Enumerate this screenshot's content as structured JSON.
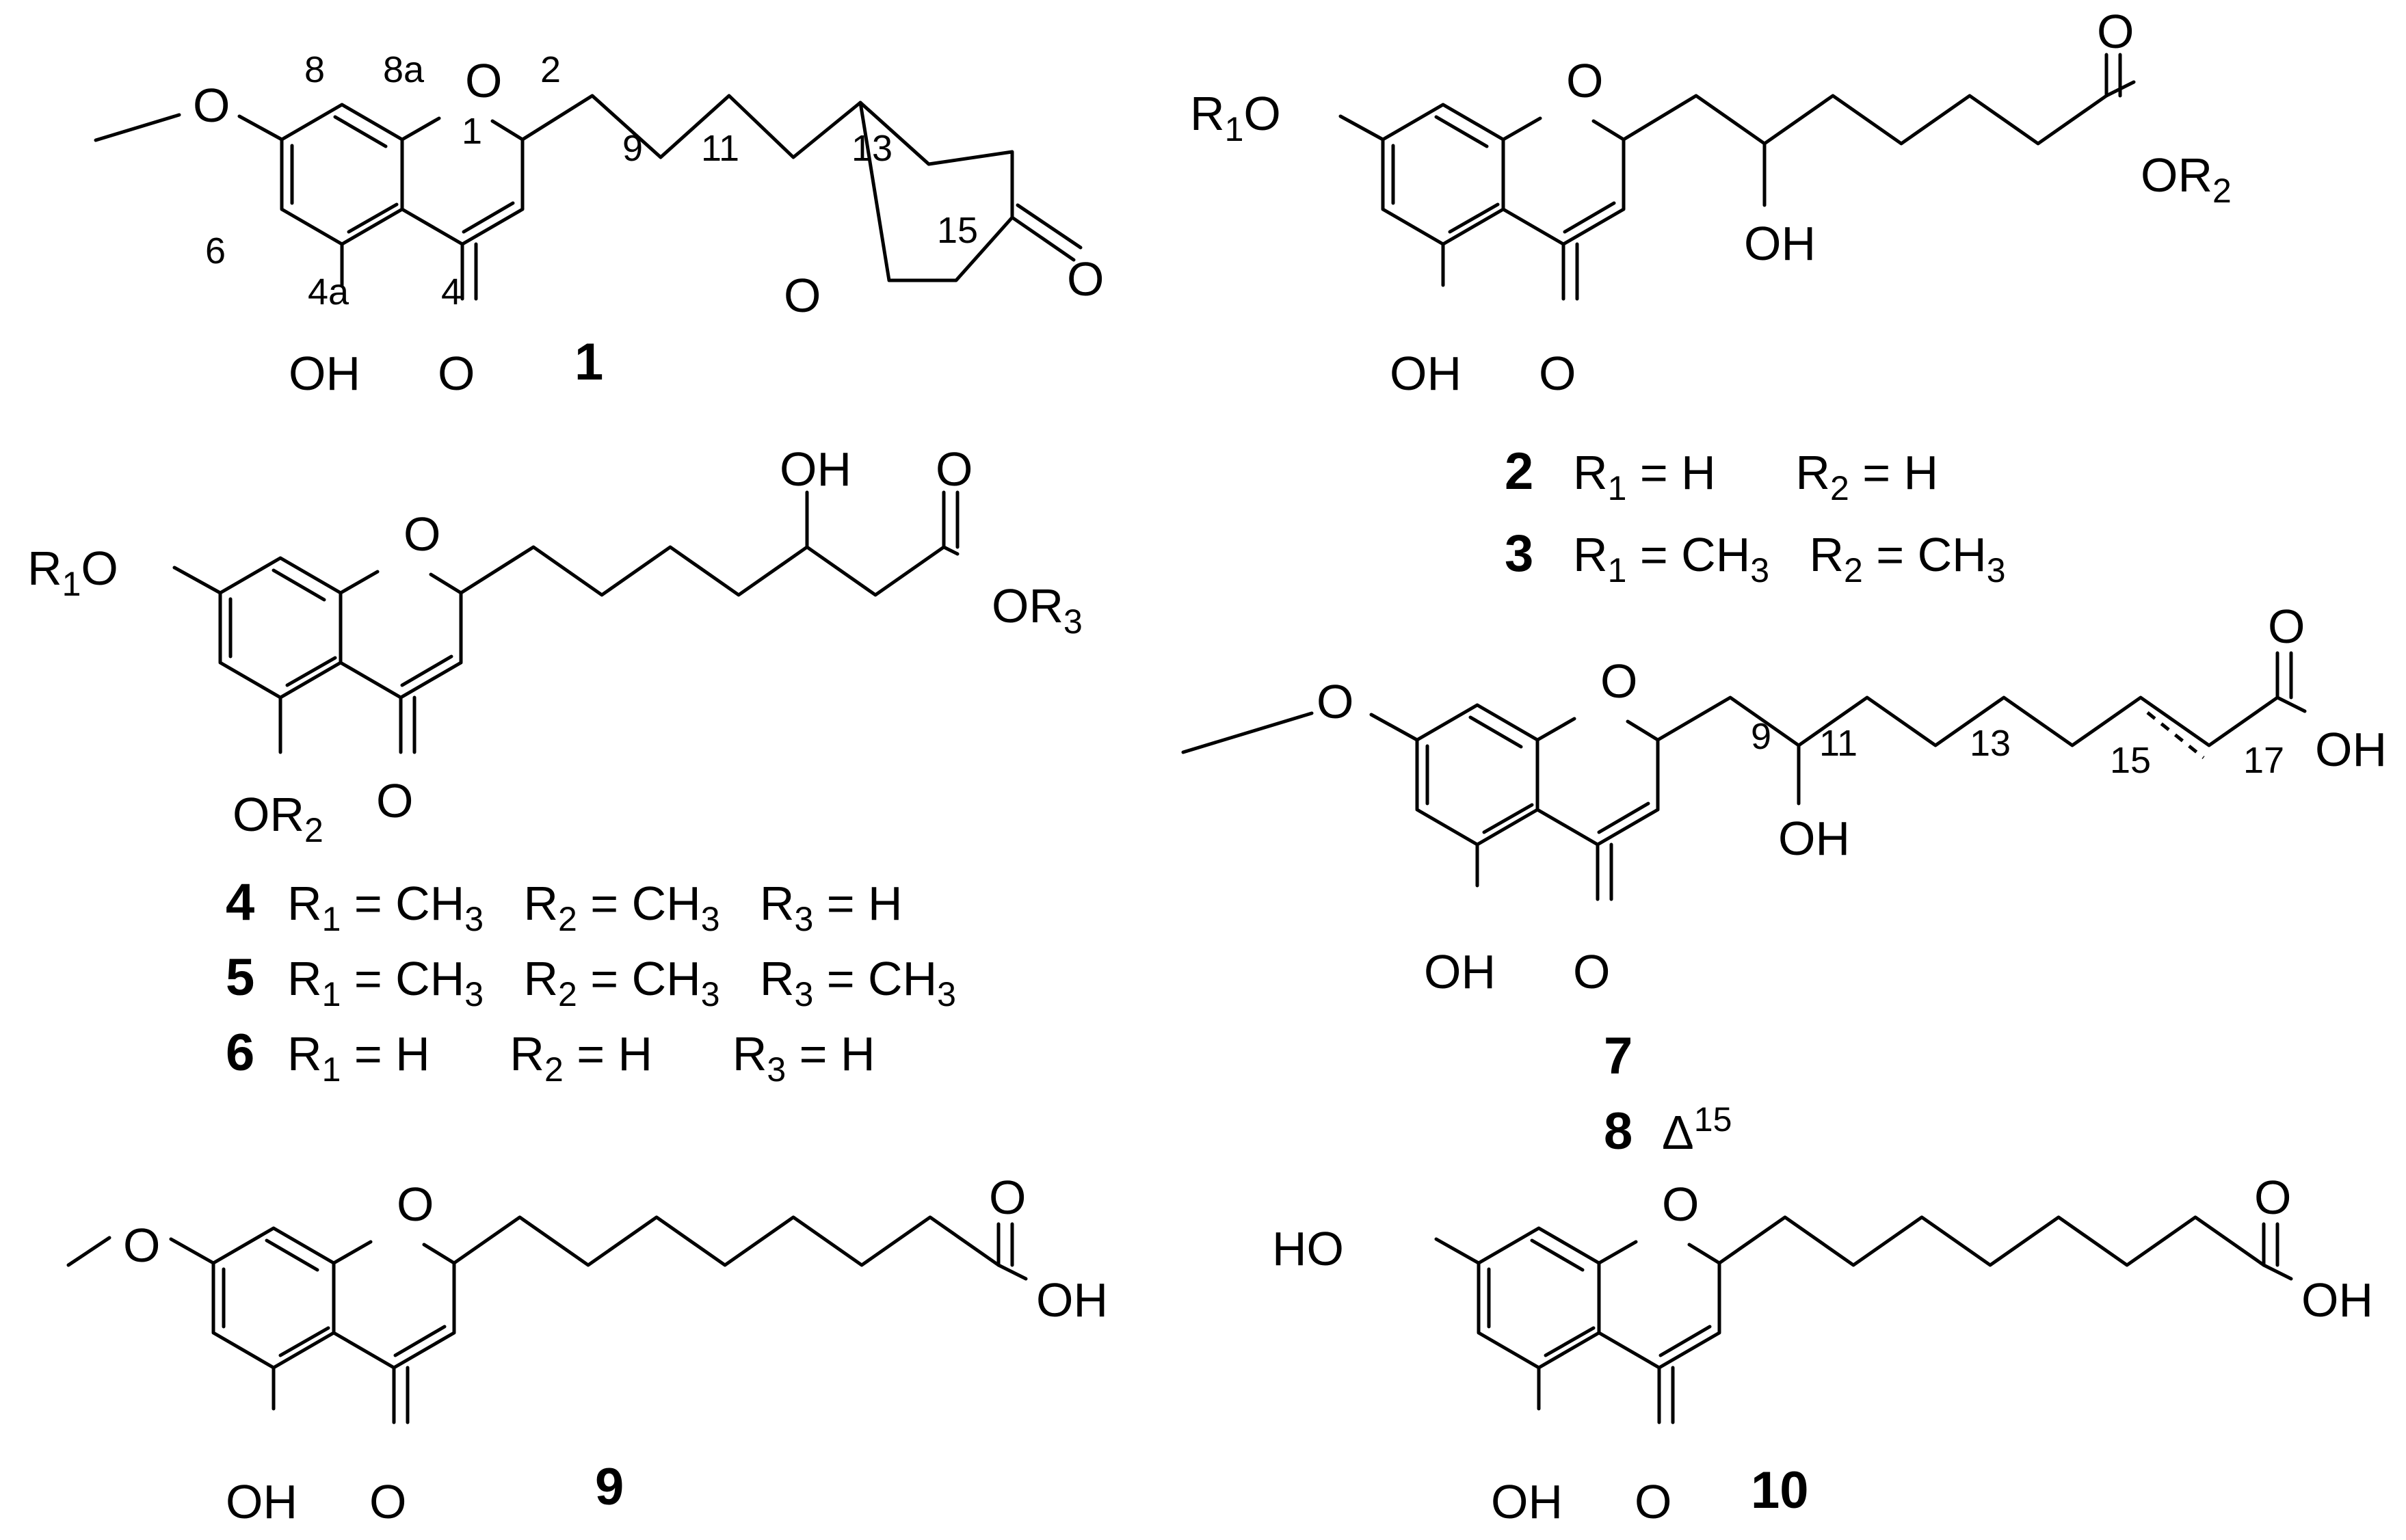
{
  "atoms": {
    "O": "O",
    "OH": "OH",
    "HO": "HO",
    "R1O": "R1O",
    "OR2": "OR2",
    "OR3": "OR3"
  },
  "locants_1": [
    "8",
    "8a",
    "1",
    "2",
    "9",
    "11",
    "13",
    "15",
    "6",
    "4a",
    "4"
  ],
  "locants_7": [
    "9",
    "11",
    "13",
    "15",
    "17"
  ],
  "compounds": [
    "1",
    "2",
    "3",
    "4",
    "5",
    "6",
    "7",
    "8",
    "9",
    "10"
  ],
  "substituents": {
    "c2": "R1 = H      R2 = H",
    "c3": "R1 = CH3   R2 = CH3",
    "c4": "R1 = CH3   R2 = CH3   R3 = H",
    "c5": "R1 = CH3   R2 = CH3   R3 = CH3",
    "c6": "R1 = H      R2 = H      R3 = H",
    "c8": "Δ15"
  },
  "colors": {
    "ink": "#000000",
    "background": "#ffffff"
  }
}
